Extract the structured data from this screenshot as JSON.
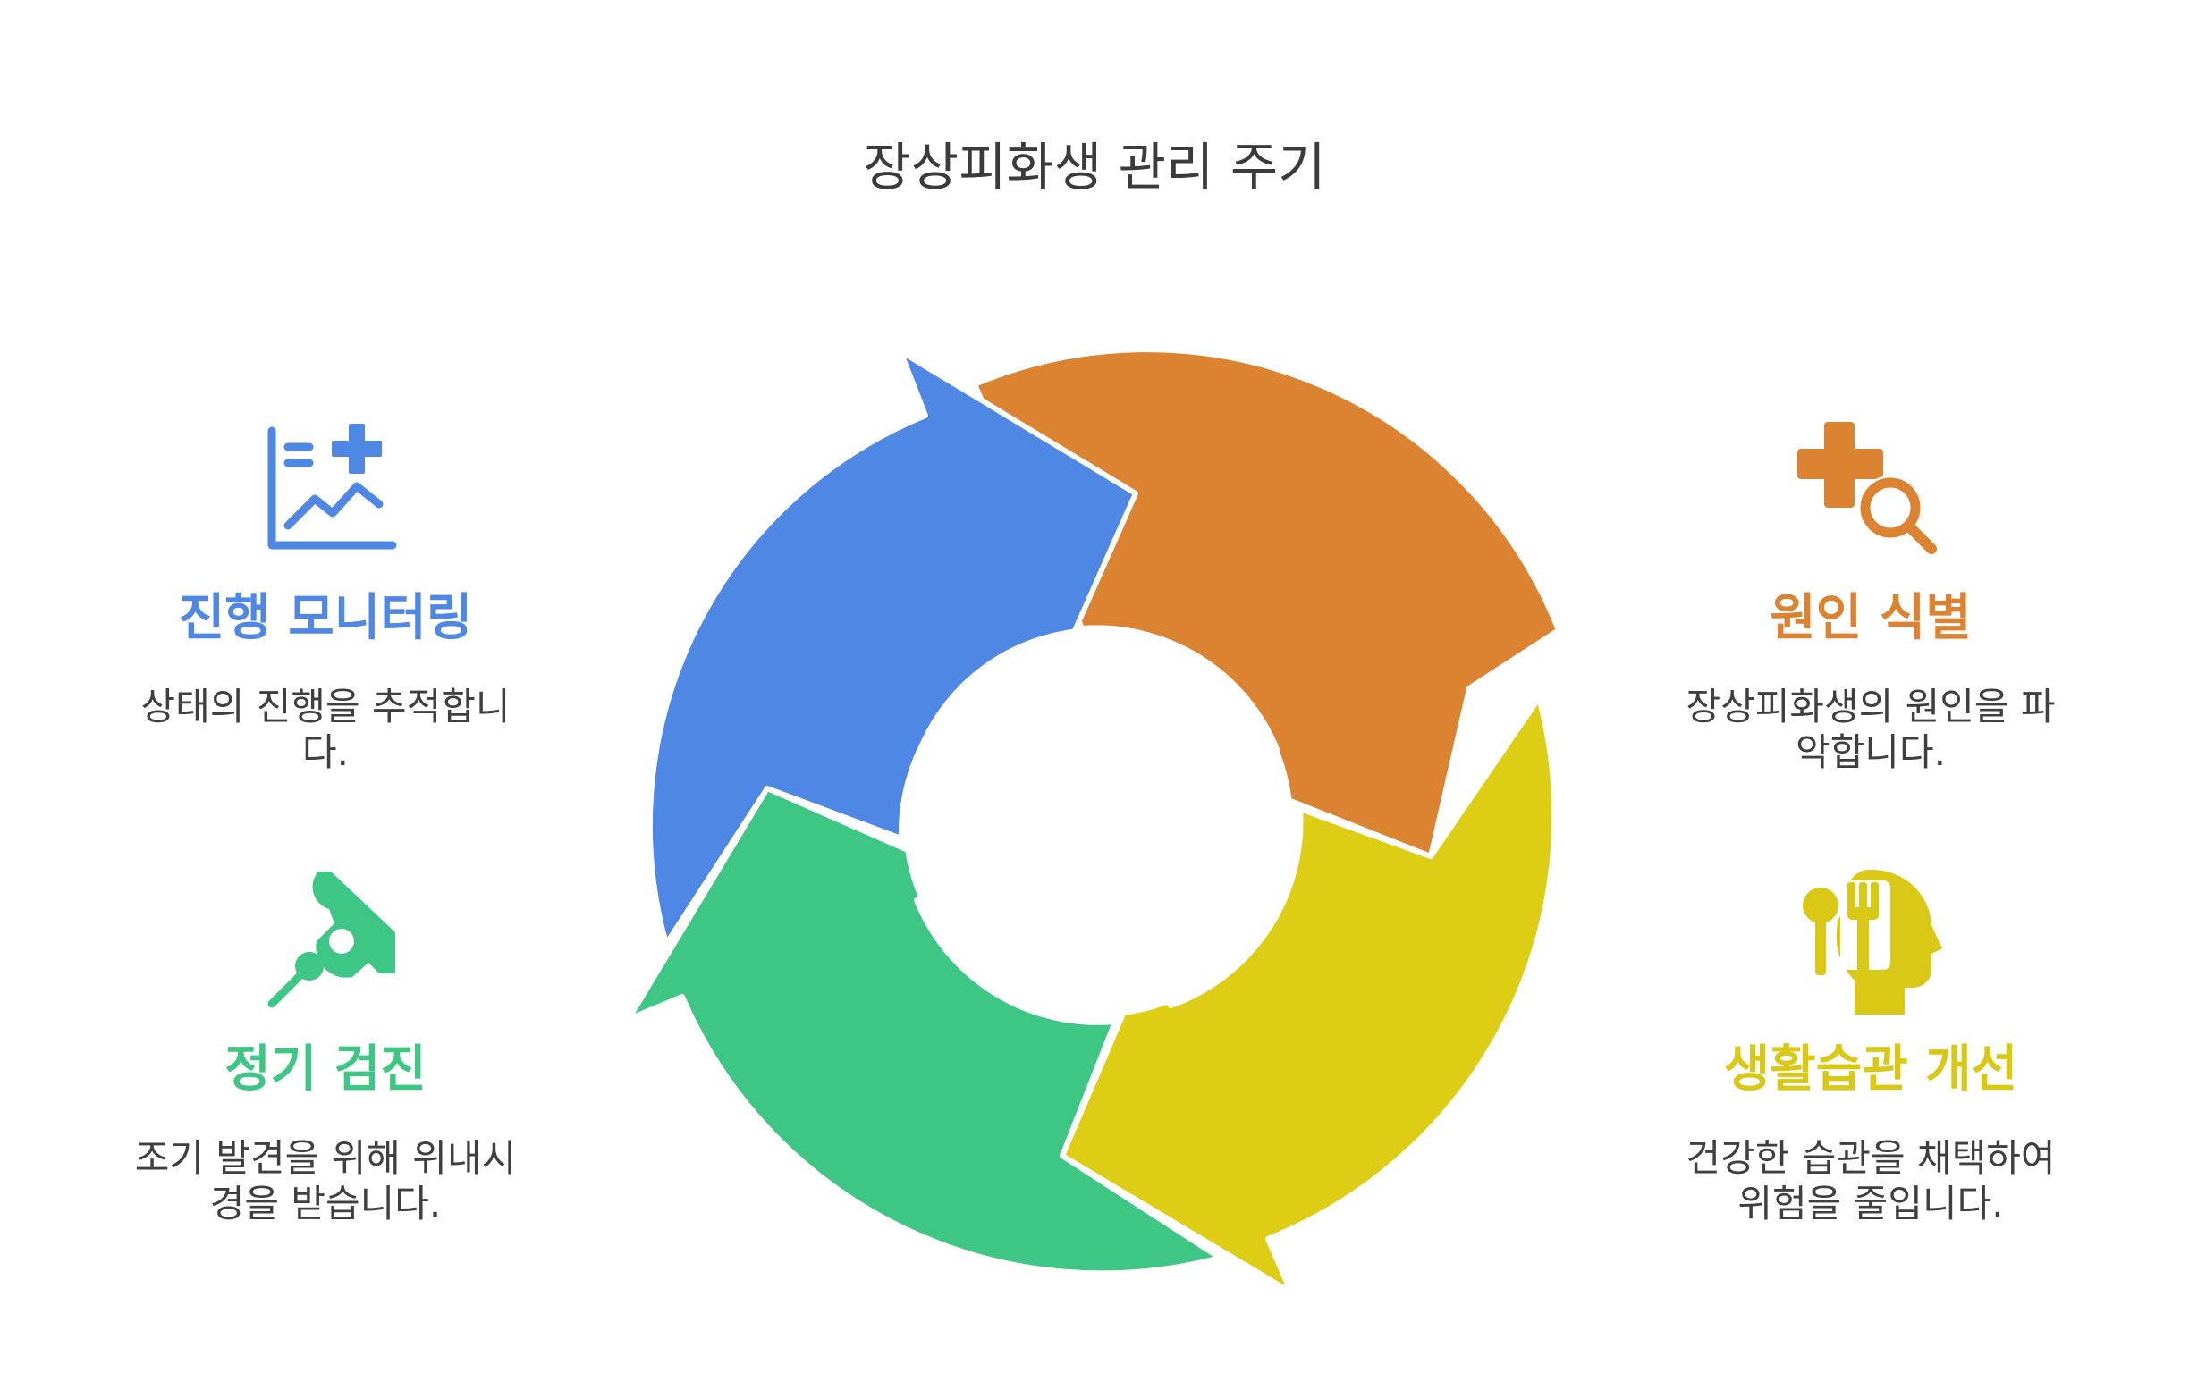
{
  "title": "장상피화생 관리 주기",
  "colors": {
    "blue": "#4f87e5",
    "orange": "#dc8332",
    "yellow": "#ddcd15",
    "green": "#3ec685"
  },
  "steps": {
    "monitor": {
      "heading": "진행 모니터링",
      "desc": "상태의 진행을 추적합니다.",
      "icon": "chart-plus-icon"
    },
    "cause": {
      "heading": "원인 식별",
      "desc": "장상피화생의 원인을 파악합니다.",
      "icon": "medical-search-icon"
    },
    "checkup": {
      "heading": "정기 검진",
      "desc": "조기 발견을 위해 위내시경을 받습니다.",
      "icon": "endoscope-icon"
    },
    "habit": {
      "heading": "생활습관 개선",
      "desc": "건강한 습관을 채택하여 위험을 줄입니다.",
      "icon": "diet-head-icon"
    }
  }
}
